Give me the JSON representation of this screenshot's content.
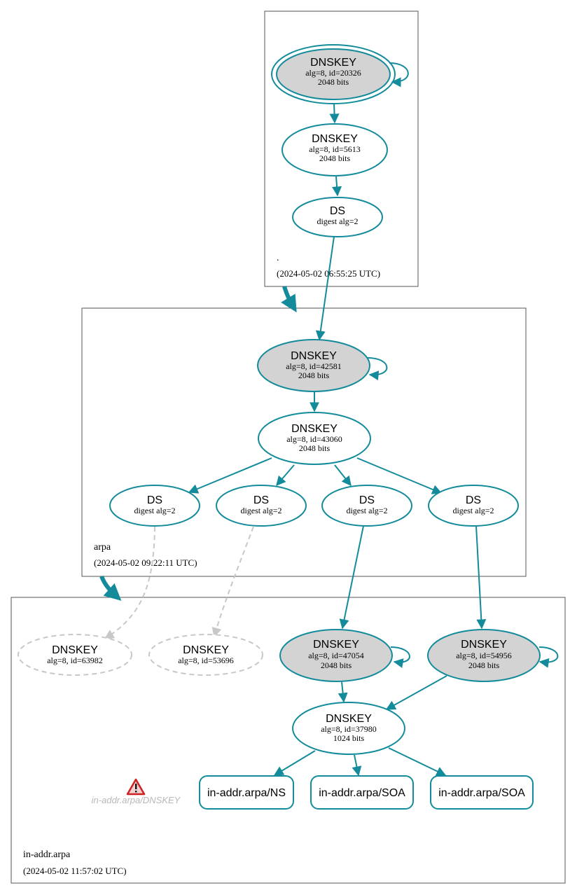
{
  "colors": {
    "edge": "#138b9b",
    "node_fill_ksk": "#d3d3d3",
    "node_fill_plain": "#ffffff",
    "inactive": "#c8c8c8",
    "zone_border": "#555555",
    "warning": "#cc2222"
  },
  "zones": {
    "root": {
      "name": ".",
      "timestamp": "(2024-05-02 06:55:25 UTC)"
    },
    "arpa": {
      "name": "arpa",
      "timestamp": "(2024-05-02 09:22:11 UTC)"
    },
    "inaddr": {
      "name": "in-addr.arpa",
      "timestamp": "(2024-05-02 11:57:02 UTC)"
    }
  },
  "nodes": {
    "root_ksk": {
      "title": "DNSKEY",
      "line1": "alg=8, id=20326",
      "line2": "2048 bits"
    },
    "root_zsk": {
      "title": "DNSKEY",
      "line1": "alg=8, id=5613",
      "line2": "2048 bits"
    },
    "root_ds": {
      "title": "DS",
      "line1": "digest alg=2"
    },
    "arpa_ksk": {
      "title": "DNSKEY",
      "line1": "alg=8, id=42581",
      "line2": "2048 bits"
    },
    "arpa_zsk": {
      "title": "DNSKEY",
      "line1": "alg=8, id=43060",
      "line2": "2048 bits"
    },
    "arpa_ds1": {
      "title": "DS",
      "line1": "digest alg=2"
    },
    "arpa_ds2": {
      "title": "DS",
      "line1": "digest alg=2"
    },
    "arpa_ds3": {
      "title": "DS",
      "line1": "digest alg=2"
    },
    "arpa_ds4": {
      "title": "DS",
      "line1": "digest alg=2"
    },
    "ia_missing1": {
      "title": "DNSKEY",
      "line1": "alg=8, id=63982"
    },
    "ia_missing2": {
      "title": "DNSKEY",
      "line1": "alg=8, id=53696"
    },
    "ia_ksk1": {
      "title": "DNSKEY",
      "line1": "alg=8, id=47054",
      "line2": "2048 bits"
    },
    "ia_ksk2": {
      "title": "DNSKEY",
      "line1": "alg=8, id=54956",
      "line2": "2048 bits"
    },
    "ia_zsk": {
      "title": "DNSKEY",
      "line1": "alg=8, id=37980",
      "line2": "1024 bits"
    }
  },
  "rrsets": {
    "ns": "in-addr.arpa/NS",
    "soa1": "in-addr.arpa/SOA",
    "soa2": "in-addr.arpa/SOA"
  },
  "warning": {
    "label": "in-addr.arpa/DNSKEY",
    "icon": "warning-triangle-icon"
  }
}
